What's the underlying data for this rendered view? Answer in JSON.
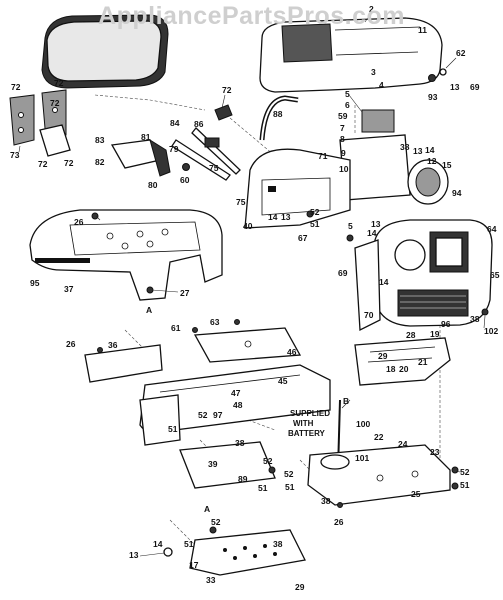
{
  "watermark": "AppliancePartsPros.com",
  "note_battery": [
    "SUPPLIED",
    "WITH",
    "BATTERY"
  ],
  "labels": {
    "l2": "2",
    "l11": "11",
    "l62": "62",
    "l3": "3",
    "l4": "4",
    "l93": "93",
    "l13a": "13",
    "l69a": "69",
    "l5a": "5",
    "l6": "6",
    "l59": "59",
    "l7": "7",
    "l8": "8",
    "l9": "9",
    "l10": "10",
    "l38a": "38",
    "l13b": "13",
    "l14a": "14",
    "l12": "12",
    "l15": "15",
    "l72a": "72",
    "l72b": "72",
    "l72c": "72",
    "l73": "73",
    "l72d": "72",
    "l72e": "72",
    "l88": "88",
    "l72f": "72",
    "l83": "83",
    "l81": "81",
    "l84": "84",
    "l86": "86",
    "l79": "79",
    "l75a": "75",
    "l82": "82",
    "l80": "80",
    "l60": "60",
    "l71": "71",
    "l75b": "75",
    "l94": "94",
    "l26a": "26",
    "l14b": "14",
    "l13c": "13",
    "l52a": "52",
    "l51a": "51",
    "l40": "40",
    "l67": "67",
    "l5b": "5",
    "l13d": "13",
    "l14c": "14",
    "l64": "64",
    "l69b": "69",
    "l95": "95",
    "l37": "37",
    "lA1": "A",
    "l27": "27",
    "l14d": "14",
    "l65": "65",
    "l70": "70",
    "l28": "28",
    "l19": "19",
    "l96": "96",
    "l38b": "38",
    "l102": "102",
    "l61": "61",
    "l63": "63",
    "l46": "46",
    "l26b": "26",
    "l36": "36",
    "l29a": "29",
    "l21": "21",
    "l18": "18",
    "l20": "20",
    "l45": "45",
    "l47": "47",
    "l48": "48",
    "lB": "B",
    "l52b": "52",
    "l97": "97",
    "l51b": "51",
    "l100": "100",
    "l22": "22",
    "l24": "24",
    "l101": "101",
    "l38c": "38",
    "l39": "39",
    "l52c": "52",
    "l89": "89",
    "l51c": "51",
    "l52d": "52",
    "l51d": "51",
    "l23": "23",
    "l52e": "52",
    "l51e": "51",
    "l25": "25",
    "l38d": "38",
    "l26c": "26",
    "lA2": "A",
    "l52f": "52",
    "l14e": "14",
    "l13e": "13",
    "l51f": "51",
    "l17": "17",
    "l38e": "38",
    "l33": "33",
    "l29b": "29"
  }
}
